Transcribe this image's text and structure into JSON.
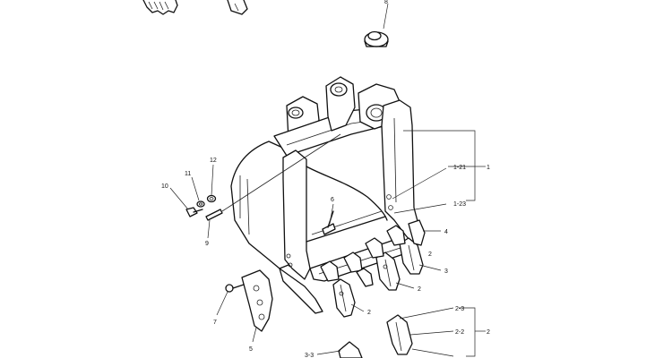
{
  "labels": {
    "l1": "1",
    "l1_21": "1-21",
    "l1_23": "1-23",
    "l2a": "2",
    "l2b": "2",
    "l2c": "2",
    "l2_3": "2-3",
    "l2_2": "2-2",
    "l2d": "2",
    "l3a": "3",
    "l3_3": "3-3",
    "l4": "4",
    "l5": "5",
    "l6": "6",
    "l7": "7",
    "l8": "8",
    "l9": "9",
    "l10": "10",
    "l11": "11",
    "l12": "12"
  }
}
